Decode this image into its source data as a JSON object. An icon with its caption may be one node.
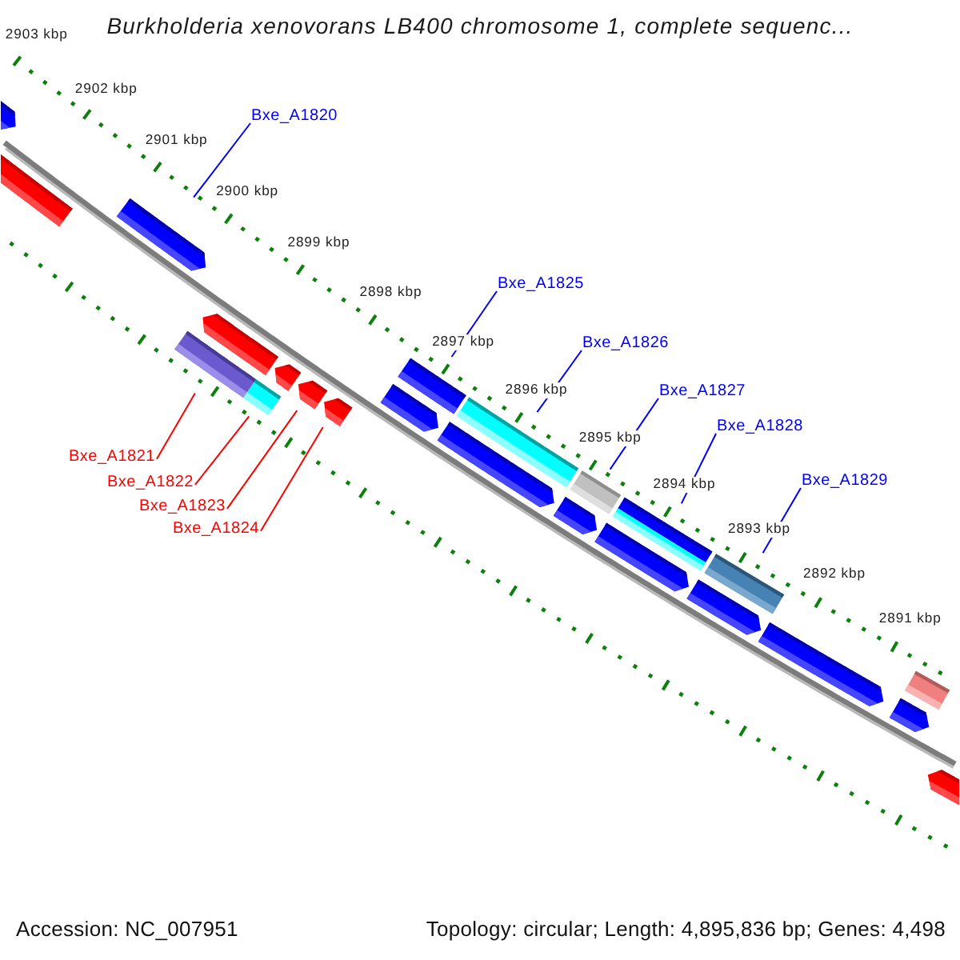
{
  "diagram": {
    "title": "Burkholderia xenovorans LB400 chromosome 1, complete sequenc...",
    "nodes": [
      {
        "text": [
          "Bxe_A1820"
        ]
      },
      {
        "text": [
          "Bxe_A1825"
        ]
      },
      {
        "text": [
          "Bxe_A1826"
        ]
      },
      {
        "text": [
          "Bxe_A1827"
        ]
      },
      {
        "text": [
          "Bxe_A1828"
        ]
      },
      {
        "text": [
          "Bxe_A1829"
        ]
      },
      {
        "text": [
          "Bxe_A1821"
        ]
      },
      {
        "text": [
          "Bxe_A1822"
        ]
      },
      {
        "text": [
          "Bxe_A1823"
        ]
      },
      {
        "text": [
          "Bxe_A1824"
        ]
      },
      {
        "text": [],
        "shape": "pentagon"
      },
      {
        "text": [],
        "shape": "pentagon"
      },
      {
        "text": [],
        "shape": "pentagon"
      },
      {
        "text": [],
        "shape": "bar"
      },
      {
        "text": [],
        "shape": "pentagon"
      },
      {
        "text": [],
        "shape": "bar"
      },
      {
        "text": [],
        "shape": "pentagon"
      },
      {
        "text": [],
        "shape": "pentagon"
      },
      {
        "text": [],
        "shape": "pentagon"
      },
      {
        "text": [],
        "shape": "pentagon"
      },
      {
        "text": [],
        "shape": "bar"
      },
      {
        "text": [],
        "shape": "pentagon"
      },
      {
        "text": [],
        "shape": "bar"
      },
      {
        "text": [],
        "shape": "pentagon"
      },
      {
        "text": [],
        "shape": "bar"
      },
      {
        "text": [],
        "shape": "pentagon"
      },
      {
        "text": [],
        "shape": "bar"
      },
      {
        "text": [],
        "shape": "pentagon"
      },
      {
        "text": [],
        "shape": "bar"
      },
      {
        "text": [],
        "shape": "pentagon"
      },
      {
        "text": [],
        "shape": "pentagon"
      },
      {
        "text": [],
        "shape": "bar"
      },
      {
        "text": [],
        "shape": "pentagon"
      }
    ],
    "edges": [
      {
        "from": 0,
        "to": 12,
        "arrow": "none"
      },
      {
        "from": 1,
        "to": 20,
        "arrow": "none"
      },
      {
        "from": 2,
        "to": 22,
        "arrow": "none"
      },
      {
        "from": 3,
        "to": 24,
        "arrow": "none"
      },
      {
        "from": 4,
        "to": 26,
        "arrow": "none"
      },
      {
        "from": 5,
        "to": 28,
        "arrow": "none"
      },
      {
        "from": 6,
        "to": 13,
        "arrow": "none",
        "color": "#ff0000"
      },
      {
        "from": 7,
        "to": 15,
        "arrow": "none",
        "color": "#ff0000"
      },
      {
        "from": 8,
        "to": 17,
        "arrow": "none",
        "color": "#ff0000"
      },
      {
        "from": 9,
        "to": 18,
        "arrow": "none",
        "color": "#ff0000"
      }
    ],
    "labels": [
      "2903 kbp",
      "2902 kbp",
      "2901 kbp",
      "2900 kbp",
      "2899 kbp",
      "2898 kbp",
      "2897 kbp",
      "2896 kbp",
      "2895 kbp",
      "2894 kbp",
      "2893 kbp",
      "2892 kbp",
      "2891 kbp",
      "Accession: NC_007951",
      "Topology: circular; Length: 4,895,836 bp; Genes: 4,498"
    ]
  }
}
